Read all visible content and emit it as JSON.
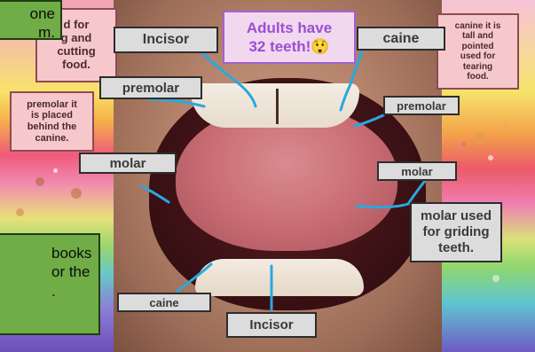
{
  "headline": {
    "line1": "Adults have",
    "line2": "32 teeth!",
    "emoji": "😲"
  },
  "labels": {
    "incisor_top": "Incisor",
    "caine_top": "caine",
    "premolar_left": "premolar",
    "premolar_right": "premolar",
    "molar_left": "molar",
    "molar_right": "molar",
    "caine_bottom": "caine",
    "incisor_bottom": "Incisor"
  },
  "notes": {
    "incisor_note": [
      "d for",
      "g and",
      "cutting",
      "food."
    ],
    "canine_note": [
      "canine it is",
      "tall and",
      "pointed",
      "used for",
      "tearing",
      "food."
    ],
    "premolar_note": [
      "premolar it",
      "is placed",
      "behind the",
      "canine."
    ],
    "molar_note": [
      "molar used",
      "for griding",
      "teeth."
    ]
  },
  "overlays": {
    "top_left": [
      "one",
      "m."
    ],
    "bottom_left": [
      "books",
      "or the",
      "."
    ]
  },
  "colors": {
    "label_bg": "#dcdcdc",
    "note_bg": "#f6c8cc",
    "headline_text": "#9a4fd3",
    "pointer_line": "#29a8e0",
    "overlay_green": "#70ad47"
  }
}
